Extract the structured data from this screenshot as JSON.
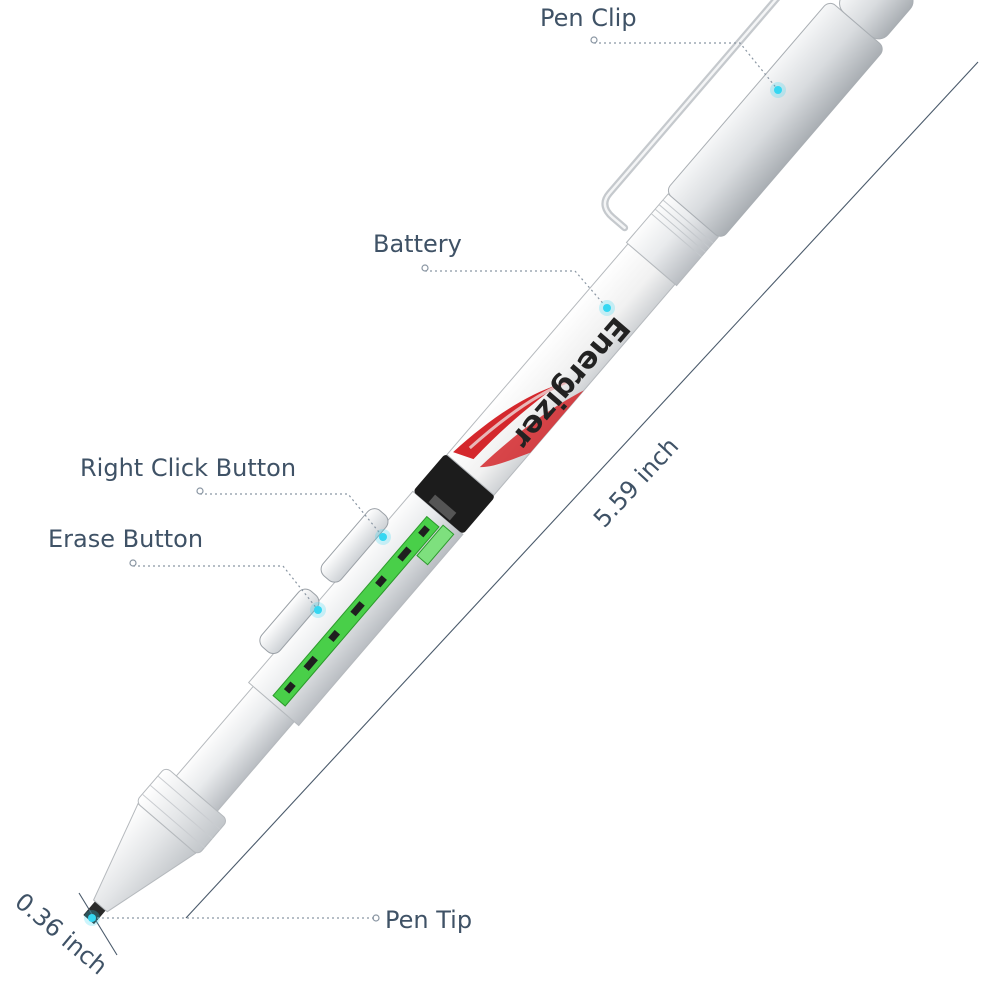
{
  "labels": {
    "pen_clip": "Pen Clip",
    "battery": "Battery",
    "right_click_button": "Right Click Button",
    "erase_button": "Erase Button",
    "pen_tip": "Pen Tip"
  },
  "dimensions": {
    "length": "5.59 inch",
    "tip_width": "0.36 inch"
  },
  "battery_brand": "Energizer",
  "colors": {
    "label_text": "#3f5266",
    "highlight_dot": "#35d7f2",
    "pen_body": "#e6e8ea",
    "circuit_green": "#3ec93e",
    "battery_red": "#d4272c",
    "battery_black": "#1c1c1c"
  }
}
